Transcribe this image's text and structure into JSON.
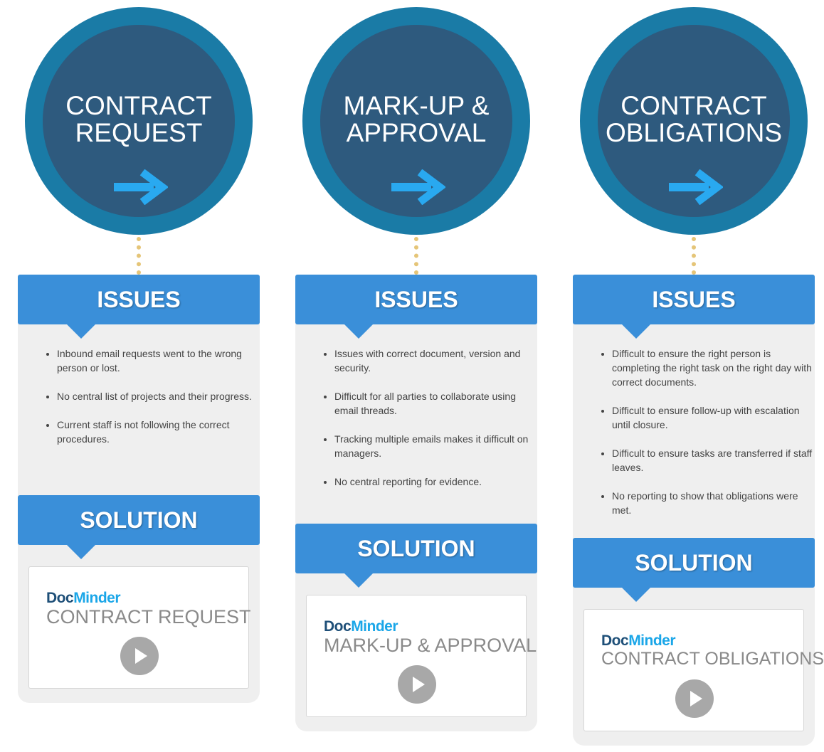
{
  "columns": [
    {
      "title": "CONTRACT\nREQUEST",
      "issues_label": "ISSUES",
      "issues": [
        "Inbound email requests went to the wrong person or lost.",
        "No central list of projects and their progress.",
        "Current staff is not following the correct procedures."
      ],
      "solution_label": "SOLUTION",
      "video": {
        "brand_doc": "Doc",
        "brand_minder": "Minder",
        "title": "CONTRACT REQUEST"
      }
    },
    {
      "title": "MARK-UP &\nAPPROVAL",
      "issues_label": "ISSUES",
      "issues": [
        "Issues with correct document, version and security.",
        "Difficult for all parties to collaborate using email threads.",
        "Tracking multiple emails makes it difficult on managers.",
        "No central reporting for evidence."
      ],
      "solution_label": "SOLUTION",
      "video": {
        "brand_doc": "Doc",
        "brand_minder": "Minder",
        "title": "MARK-UP & APPROVAL"
      }
    },
    {
      "title": "CONTRACT\nOBLIGATIONS",
      "issues_label": "ISSUES",
      "issues": [
        "Difficult to ensure the right person is completing the right task on the right day with correct documents.",
        "Difficult to ensure follow-up with escalation until closure.",
        "Difficult to ensure tasks are transferred if staff leaves.",
        "No reporting to show that obligations were met."
      ],
      "solution_label": "SOLUTION",
      "video": {
        "brand_doc": "Doc",
        "brand_minder": "Minder",
        "title": "CONTRACT OBLIGATIONS"
      }
    }
  ],
  "colors": {
    "circle_outer": "#1a7ba6",
    "circle_inner": "#2e5a7e",
    "arrow": "#29a9f0",
    "header_blue": "#3a8fd9",
    "panel_bg": "#efefef",
    "connector": "#e5c578"
  },
  "icons": {
    "arrow": "right-arrow-icon",
    "play": "play-icon"
  }
}
